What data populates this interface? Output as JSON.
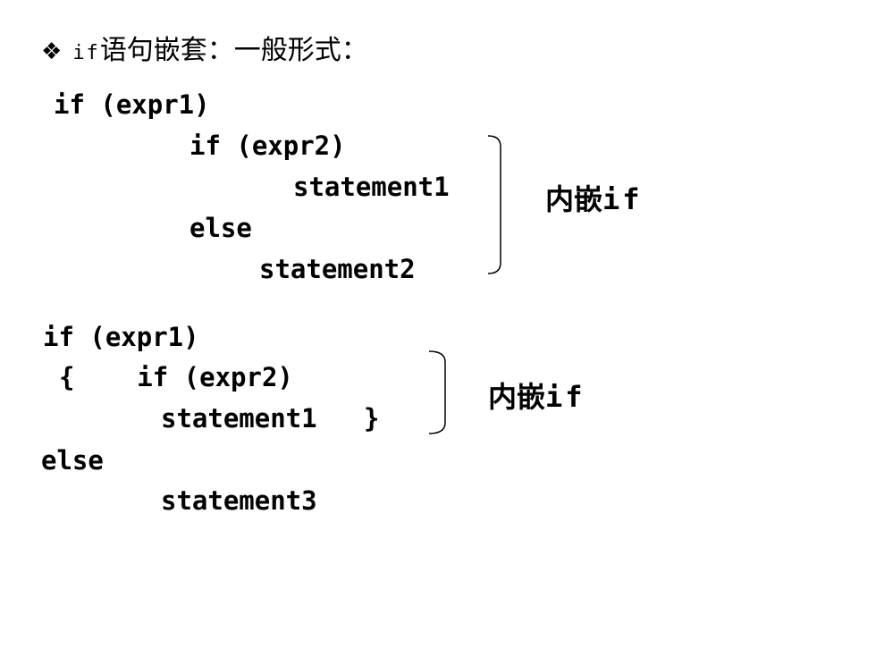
{
  "title": {
    "bullet_icon": "❖",
    "prefix": "if",
    "text": "语句嵌套：一般形式："
  },
  "example1": {
    "lines": [
      "if (expr1)",
      "if (expr2)",
      "statement1",
      "else",
      "statement2"
    ],
    "label_cjk": "内嵌",
    "label_latin": "if"
  },
  "example2": {
    "lines": [
      "if (expr1)",
      "{    if (expr2)",
      "statement1   }",
      "else",
      "statement3"
    ],
    "label_cjk": "内嵌",
    "label_latin": "if"
  }
}
